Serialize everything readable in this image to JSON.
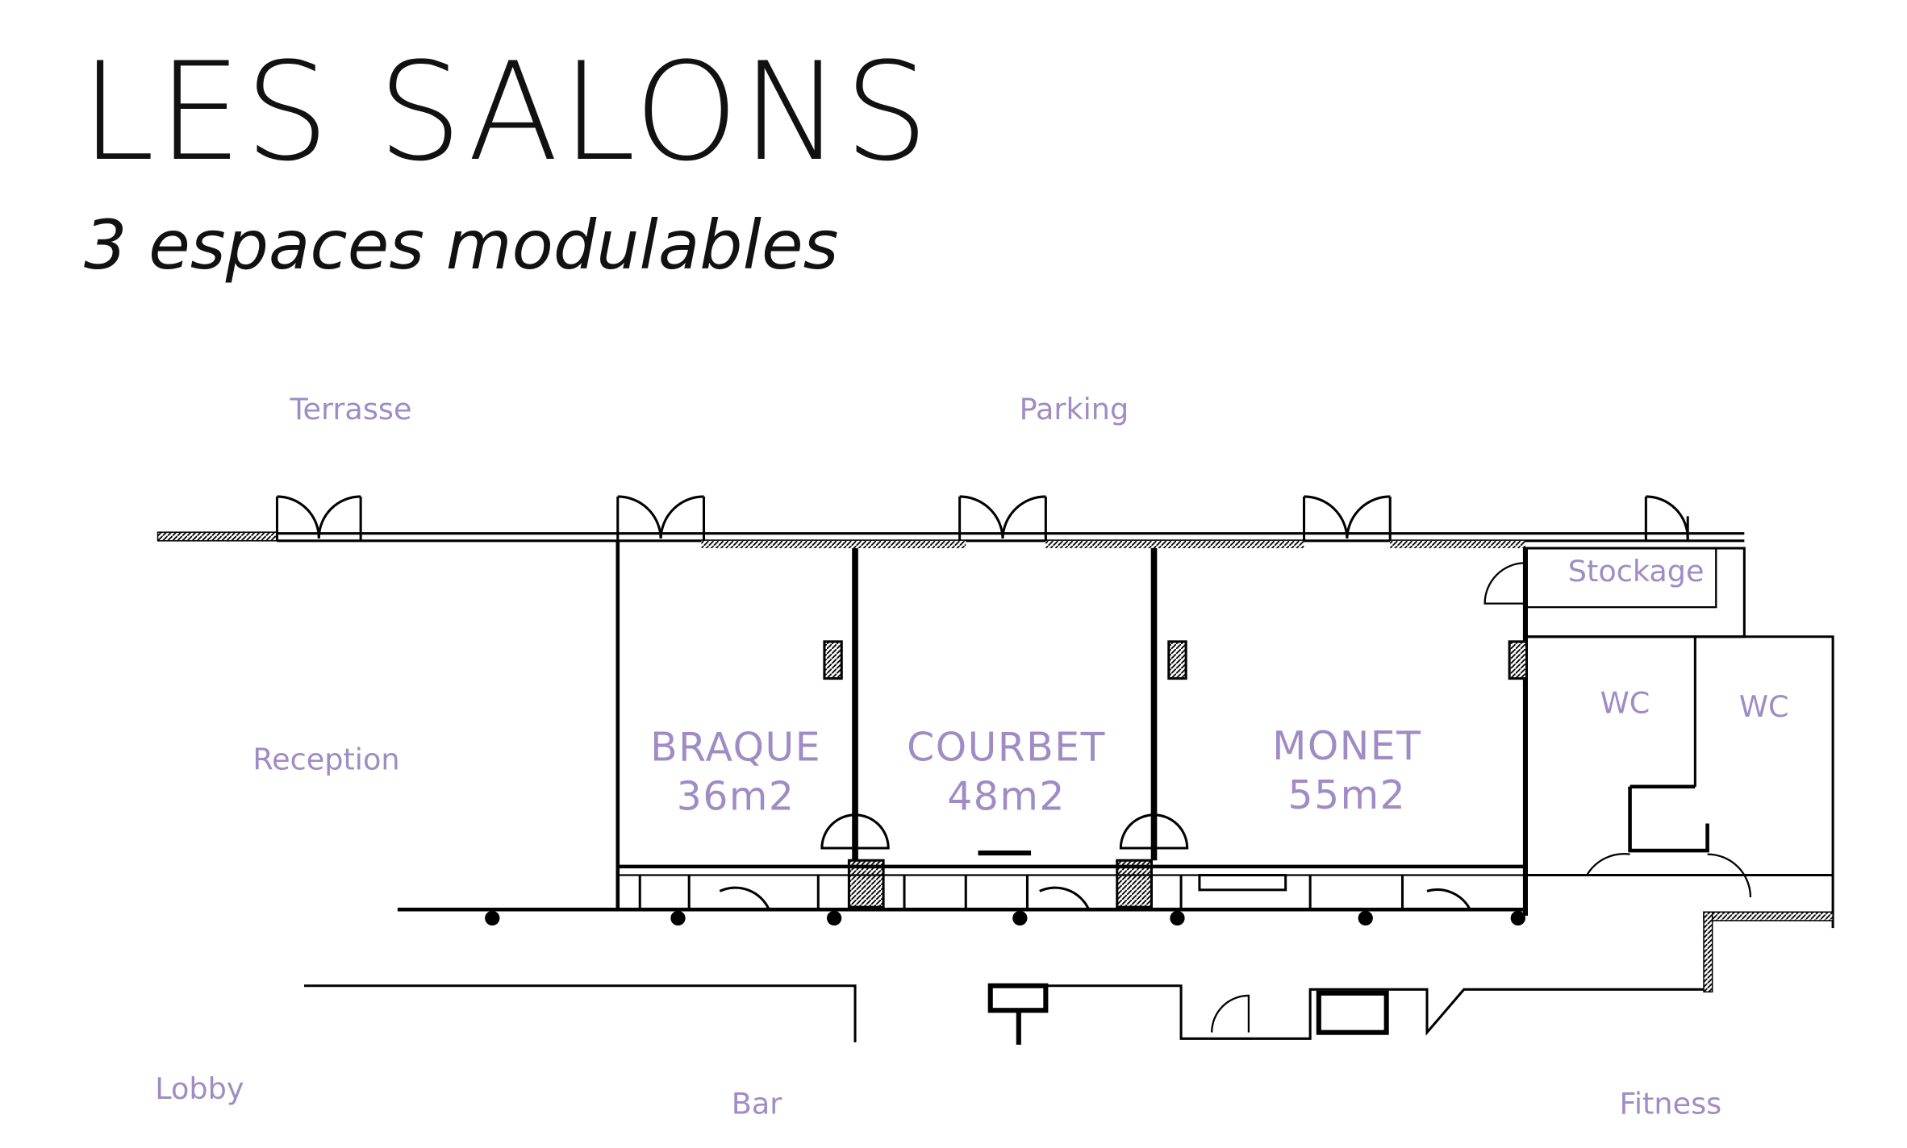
{
  "header": {
    "title": "LES SALONS",
    "subtitle": "3 espaces modulables"
  },
  "accent_color": "#a08cc4",
  "plan": {
    "areas": {
      "terrasse": "Terrasse",
      "parking": "Parking",
      "reception": "Reception",
      "stockage": "Stockage",
      "wc1": "WC",
      "wc2": "WC",
      "lobby": "Lobby",
      "bar": "Bar",
      "fitness": "Fitness"
    },
    "rooms": [
      {
        "name": "BRAQUE",
        "area": "36m2"
      },
      {
        "name": "COURBET",
        "area": "48m2"
      },
      {
        "name": "MONET",
        "area": "55m2"
      }
    ]
  }
}
